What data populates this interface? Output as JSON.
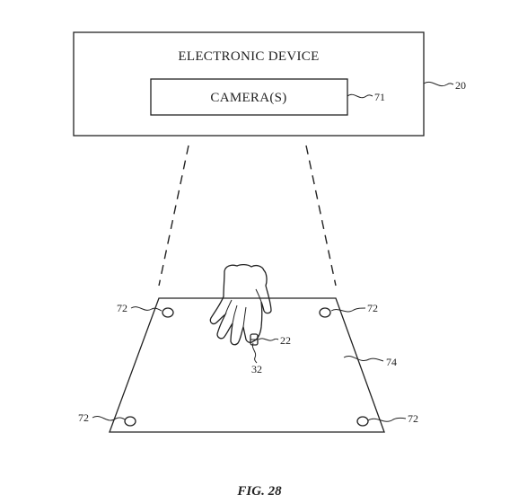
{
  "device": {
    "title": "ELECTRONIC DEVICE",
    "ref": "20"
  },
  "camera": {
    "label": "CAMERA(S)",
    "ref": "71"
  },
  "markers": {
    "top_left_ref": "72",
    "top_right_ref": "72",
    "bottom_left_ref": "72",
    "bottom_right_ref": "72"
  },
  "surface": {
    "ref": "74"
  },
  "finger_device": {
    "ref": "22"
  },
  "finger": {
    "ref": "32"
  },
  "caption": "FIG. 28"
}
